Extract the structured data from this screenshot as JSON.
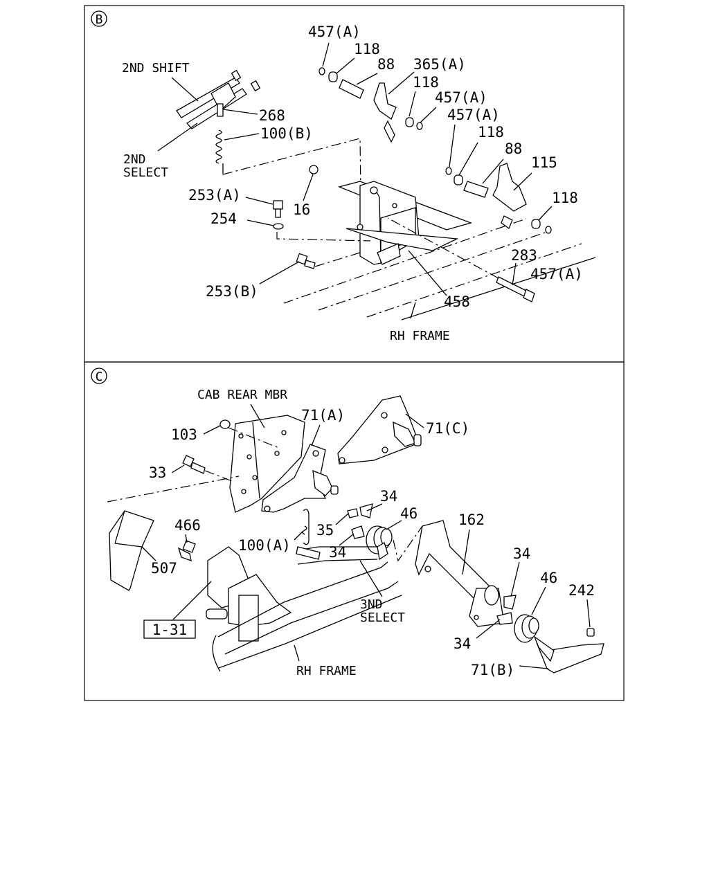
{
  "panel_b": {
    "marker": "B",
    "labels": {
      "457a_1": "457(A)",
      "118_1": "118",
      "88_1": "88",
      "365a": "365(A)",
      "118_2": "118",
      "457a_2": "457(A)",
      "457a_3": "457(A)",
      "118_3": "118",
      "88_2": "88",
      "115": "115",
      "118_4": "118",
      "2nd_shift": "2ND SHIFT",
      "268": "268",
      "100b": "100(B)",
      "2nd_select_1": "2ND",
      "2nd_select_2": "SELECT",
      "253a": "253(A)",
      "16": "16",
      "254": "254",
      "253b": "253(B)",
      "458": "458",
      "283": "283",
      "457a_4": "457(A)",
      "rh_frame": "RH FRAME"
    }
  },
  "panel_c": {
    "marker": "C",
    "labels": {
      "cab_rear_mbr": "CAB REAR MBR",
      "71a": "71(A)",
      "71c": "71(C)",
      "103": "103",
      "33": "33",
      "34_1": "34",
      "46_1": "46",
      "162": "162",
      "466": "466",
      "100a": "100(A)",
      "35": "35",
      "34_2": "34",
      "507": "507",
      "34_3": "34",
      "46_2": "46",
      "242": "242",
      "3nd_select_1": "3ND",
      "3nd_select_2": "SELECT",
      "ref": "1-31",
      "34_4": "34",
      "71b": "71(B)",
      "rh_frame": "RH FRAME"
    }
  }
}
